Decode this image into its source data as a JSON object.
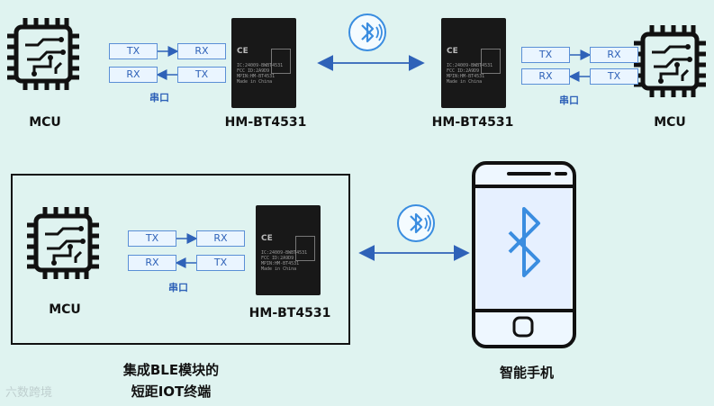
{
  "colors": {
    "background": "#dff3f0",
    "accent": "#2f62b8",
    "bluetooth": "#3a8de0"
  },
  "top": {
    "left_mcu": "MCU",
    "left_module": "HM-BT4531",
    "right_module": "HM-BT4531",
    "right_mcu": "MCU",
    "left_ports": {
      "tx_left": "TX",
      "rx_right_top": "RX",
      "rx_left": "RX",
      "tx_right_bottom": "TX"
    },
    "left_serial": "串口",
    "right_ports": {
      "tx_left": "TX",
      "rx_right_top": "RX",
      "rx_left": "RX",
      "tx_right_bottom": "TX"
    },
    "right_serial": "串口"
  },
  "bottom": {
    "mcu": "MCU",
    "module": "HM-BT4531",
    "ports": {
      "tx_left": "TX",
      "rx_right_top": "RX",
      "rx_left": "RX",
      "tx_right_bottom": "TX"
    },
    "serial": "串口",
    "caption_line1": "集成BLE模块的",
    "caption_line2": "短距IOT终端",
    "phone_caption": "智能手机"
  },
  "module_chip_text": "CE\nIC:24009-BWBT4531\nFCC ID:2A9D9-HM-BT4531\nMPIN:HM-BT4531\nMade in China",
  "watermark": "六数跨境",
  "icons": [
    "cpu-icon",
    "bluetooth-icon",
    "smartphone-icon",
    "double-arrow-icon"
  ]
}
